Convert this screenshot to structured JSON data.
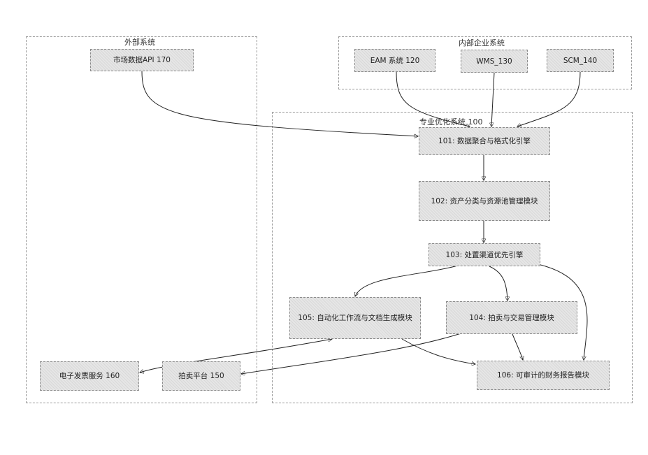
{
  "clusters": {
    "external": "外部系统",
    "internal": "内部企业系统",
    "optimizer": "专业优化系统 100"
  },
  "nodes": {
    "market_api": "市场数据API 170",
    "eam": "EAM 系统 120",
    "wms": "WMS_130",
    "scm": "SCM_140",
    "n101": "101: 数据聚合与格式化引擎",
    "n102": "102: 资产分类与资源池管理模块",
    "n103": "103: 处置渠道优先引擎",
    "n105": "105: 自动化工作流与文档生成模块",
    "n104": "104: 拍卖与交易管理模块",
    "n106": "106: 可审计的财务报告模块",
    "auction": "拍卖平台 150",
    "e_invoice": "电子发票服务 160"
  }
}
